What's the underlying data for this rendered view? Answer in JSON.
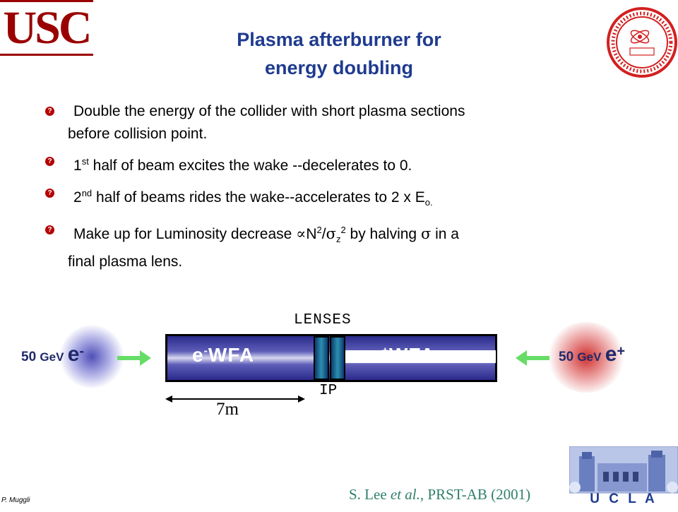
{
  "header": {
    "usc_logo_text": "USC",
    "title_line1": "Plasma afterburner for",
    "title_line2": "energy doubling"
  },
  "bullets": [
    {
      "text_a": "Double the energy of the collider with short plasma sections",
      "text_b": "before collision point."
    },
    {
      "sup": "st",
      "pre": "1",
      "text": " half of beam excites the wake --decelerates to 0."
    },
    {
      "sup": "nd",
      "pre": "2",
      "text": " half of beams rides the wake--accelerates to 2 x E",
      "sub": "o."
    },
    {
      "text_a1": "Make up for Luminosity decrease ",
      "prop": "∝",
      "n": "N",
      "sq": "2",
      "slash": "/",
      "sigma": "σ",
      "z": "z",
      "sq2": "2",
      "text_a2": " by halving ",
      "sigma2": "σ",
      "text_a3": " in a",
      "text_b": "final plasma lens."
    }
  ],
  "diagram": {
    "lenses_label": "LENSES",
    "ip_label": "IP",
    "left_section": {
      "prefix": "e",
      "sup": "-",
      "suffix": "WFA"
    },
    "right_section": {
      "prefix": "e",
      "sup": "+",
      "suffix": "WFA"
    },
    "left_beam": {
      "energy": "50",
      "unit": "GeV",
      "particle": "e",
      "charge": "-"
    },
    "right_beam": {
      "energy": "50",
      "unit": "GeV",
      "particle": "e",
      "charge": "+"
    },
    "distance_label": "7m"
  },
  "footer": {
    "author": "P. Muggli",
    "citation_pre": "S. Lee ",
    "citation_etal": "et al.",
    "citation_post": ", PRST-AB (2001)",
    "ucla_text": "U  C  L  A"
  },
  "colors": {
    "title": "#1f3b8f",
    "usc": "#9a0000",
    "citation": "#2f7f6a",
    "arrow": "#66dd66"
  }
}
